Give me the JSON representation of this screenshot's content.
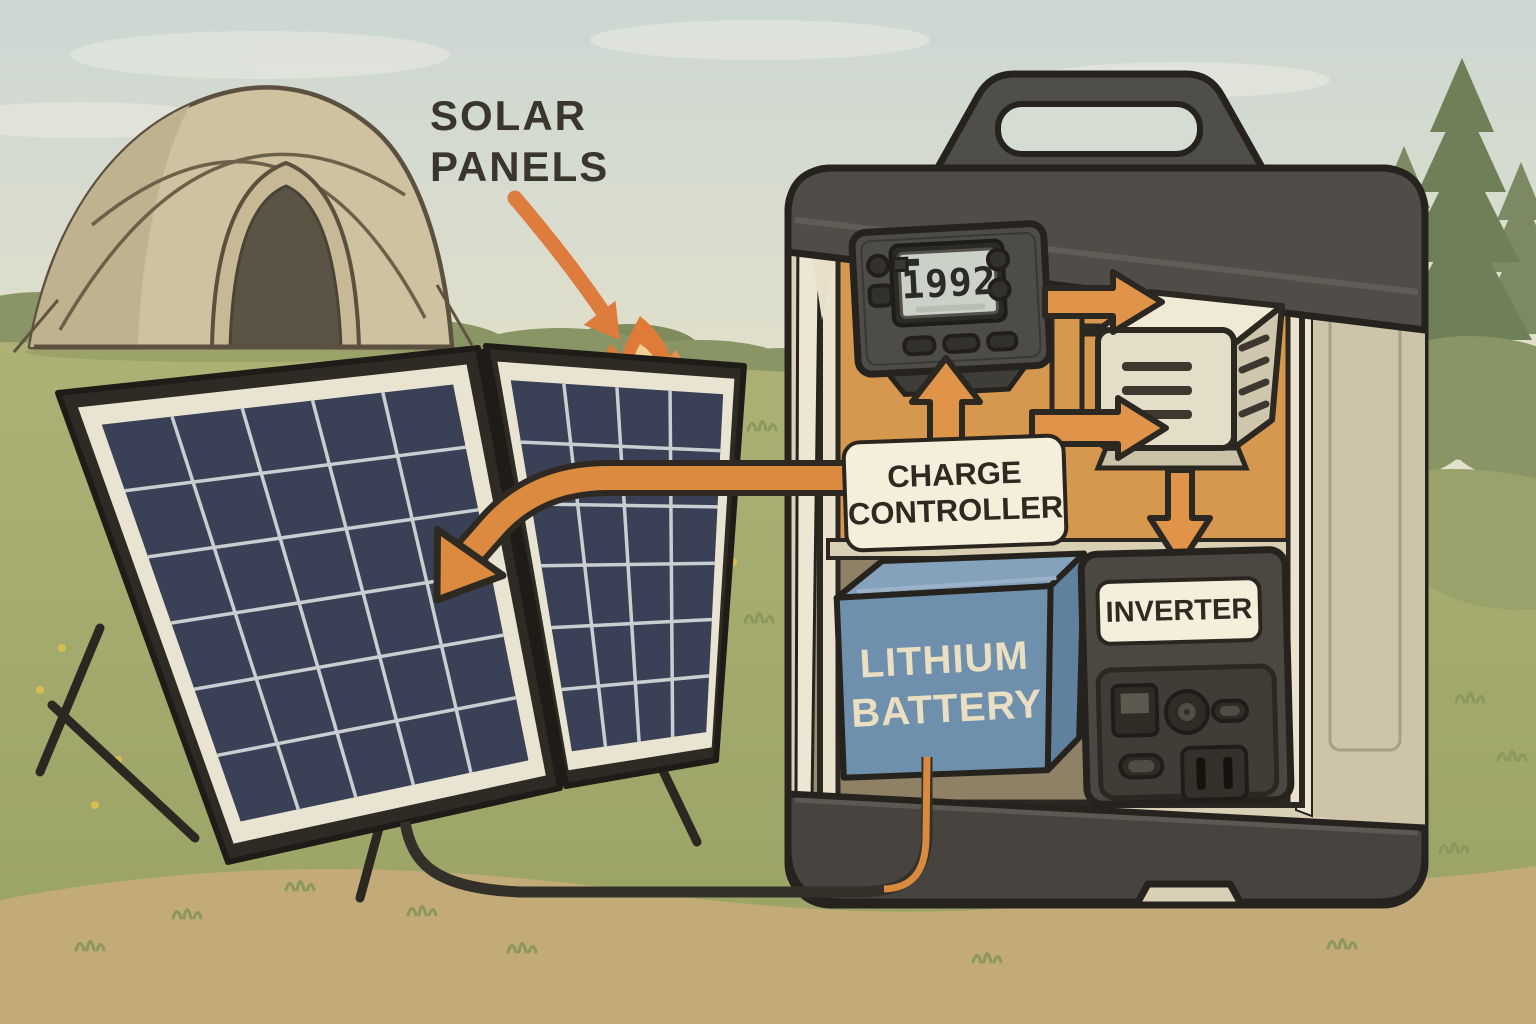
{
  "labels": {
    "solar_panels": "SOLAR\nPANELS",
    "charge_controller": "CHARGE\nCONTROLLER",
    "inverter": "INVERTER",
    "lithium_battery": "LITHIUM\nBATTERY"
  },
  "charge_controller_display": {
    "value": "1992"
  },
  "colors": {
    "arrow_orange": "#dd8a41",
    "battery_blue": "#6f90ad",
    "label_cream": "#f4eedb",
    "panel_cell_navy": "#3a4156",
    "station_beige": "#d9d0b7",
    "station_dark": "#504d48",
    "interior_orange": "#d6984e",
    "text_dark": "#2e2a22"
  }
}
